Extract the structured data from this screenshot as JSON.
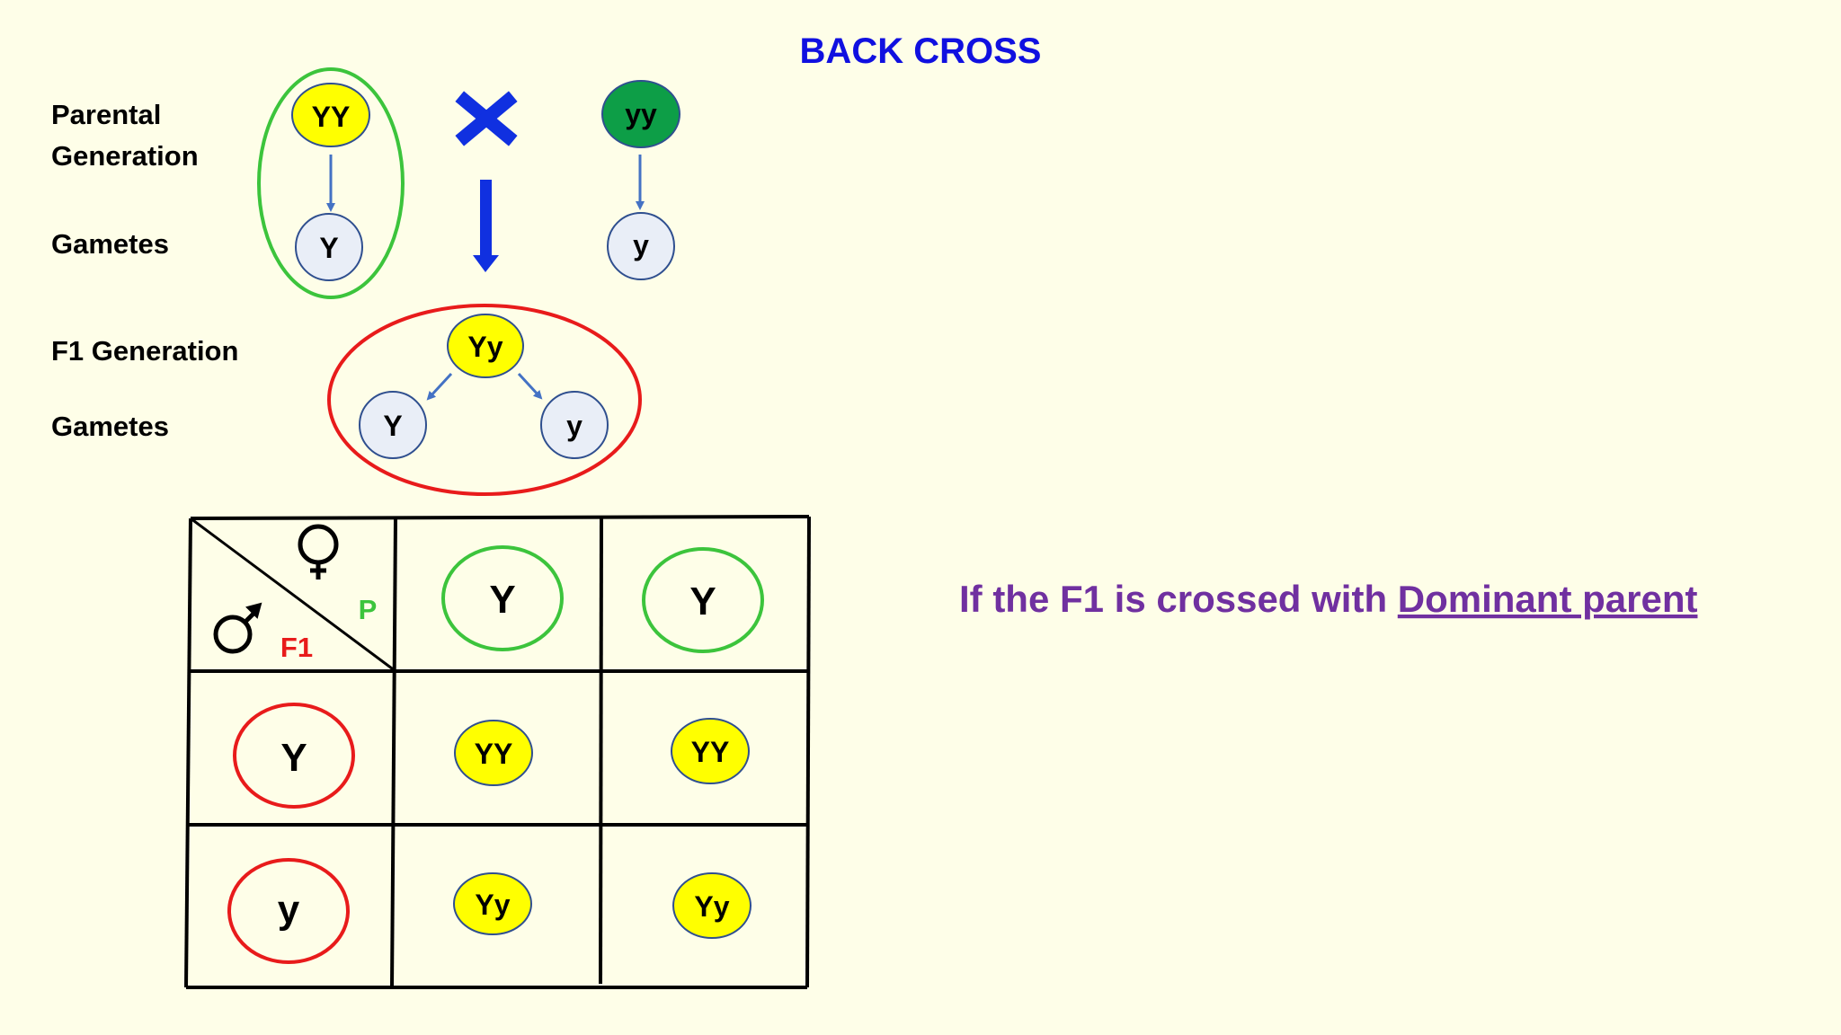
{
  "title": "BACK CROSS",
  "labels": {
    "parental_line1": "Parental",
    "parental_line2": "Generation",
    "gametes_parental": "Gametes",
    "f1_generation": "F1 Generation",
    "gametes_f1": "Gametes"
  },
  "parents": {
    "dominant": {
      "genotype": "YY",
      "gamete": "Y"
    },
    "recessive": {
      "genotype": "yy",
      "gamete": "y"
    }
  },
  "f1": {
    "genotype": "Yy",
    "gametes": [
      "Y",
      "y"
    ]
  },
  "punnett": {
    "corner": {
      "female_label": "P",
      "male_label": "F1"
    },
    "column_headers": [
      "Y",
      "Y"
    ],
    "row_headers": [
      "Y",
      "y"
    ],
    "cells": [
      [
        "YY",
        "YY"
      ],
      [
        "Yy",
        "Yy"
      ]
    ]
  },
  "statement": {
    "text": "If the F1 is crossed with ",
    "underlined": "Dominant parent"
  },
  "colors": {
    "background": "#fefee8",
    "title": "#1010e0",
    "yellow": "#ffff00",
    "green_fill": "#0d9e47",
    "gamete_fill": "#e9eef7",
    "outline_blue": "#2f4f8f",
    "arrow_blue": "#4472c4",
    "cross_blue": "#1030e0",
    "green_ring": "#3cc43c",
    "red_ring": "#e81b1b",
    "purple": "#7030a0"
  }
}
